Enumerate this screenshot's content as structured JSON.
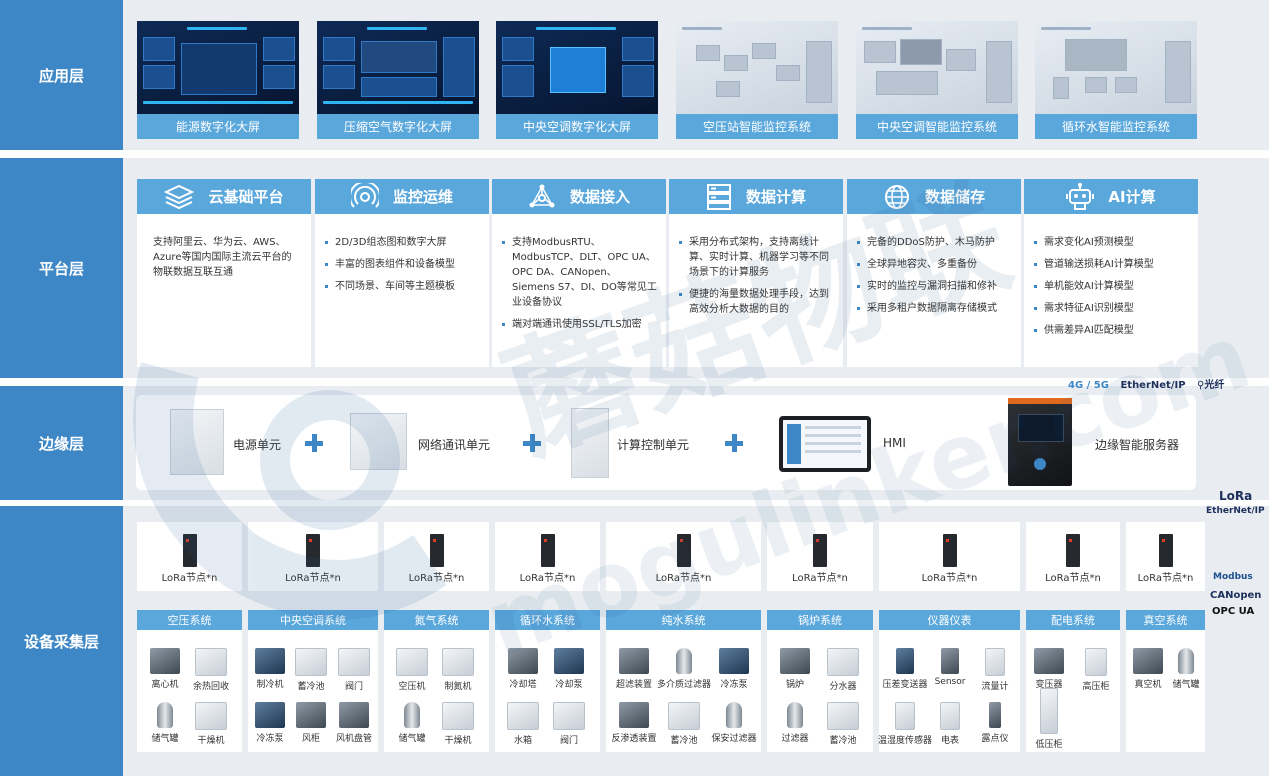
{
  "layers": {
    "app": "应用层",
    "platform": "平台层",
    "edge": "边缘层",
    "collection": "设备采集层"
  },
  "app_cards": [
    {
      "title": "能源数字化大屏",
      "theme": "dark"
    },
    {
      "title": "压缩空气数字化大屏",
      "theme": "dark"
    },
    {
      "title": "中央空调数字化大屏",
      "theme": "dark"
    },
    {
      "title": "空压站智能监控系统",
      "theme": "light"
    },
    {
      "title": "中央空调智能监控系统",
      "theme": "light"
    },
    {
      "title": "循环水智能监控系统",
      "theme": "light"
    }
  ],
  "platform_cards": [
    {
      "title": "云基础平台",
      "icon": "layers-icon",
      "text": "支持阿里云、华为云、AWS、Azure等国内国际主流云平台的物联数据互联互通",
      "bullets": []
    },
    {
      "title": "监控运维",
      "icon": "monitor-signal-icon",
      "text": "",
      "bullets": [
        "2D/3D组态图和数字大屏",
        "丰富的图表组件和设备模型",
        "不同场景、车间等主题模板"
      ]
    },
    {
      "title": "数据接入",
      "icon": "network-node-icon",
      "text": "",
      "bullets": [
        "支持ModbusRTU、ModbusTCP、DLT、OPC UA、OPC DA、CANopen、Siemens S7、DI、DO等常见工业设备协议",
        "端对端通讯使用SSL/TLS加密"
      ]
    },
    {
      "title": "数据计算",
      "icon": "server-icon",
      "text": "",
      "bullets": [
        "采用分布式架构，支持离线计算、实时计算、机器学习等不同场景下的计算服务",
        "便捷的海量数据处理手段，达到高效分析大数据的目的"
      ]
    },
    {
      "title": "数据储存",
      "icon": "globe-icon",
      "text": "",
      "bullets": [
        "完备的DDoS防护、木马防护",
        "全球异地容灾、多重备份",
        "实时的监控与漏洞扫描和修补",
        "采用多租户数据隔离存储模式"
      ]
    },
    {
      "title": "AI计算",
      "icon": "robot-icon",
      "text": "",
      "bullets": [
        "需求变化AI预测模型",
        "管道输送损耗AI计算模型",
        "单机能效AI计算模型",
        "需求特征AI识别模型",
        "供需差异AI匹配模型"
      ]
    }
  ],
  "edge": {
    "units": [
      "电源单元",
      "网络通讯单元",
      "计算控制单元",
      "HMI",
      "边缘智能服务器"
    ],
    "protocols": [
      "4G",
      "5G",
      "EtherNet/IP",
      "光纤"
    ]
  },
  "collection": {
    "node_label": "LoRa节点*n",
    "protocols_top": [
      "LoRa",
      "EtherNet/IP"
    ],
    "protocols_side": [
      "Modbus",
      "CANopen",
      "OPC UA"
    ],
    "systems": [
      {
        "title": "空压系统",
        "items": [
          "离心机",
          "余热回收",
          "储气罐",
          "干燥机"
        ]
      },
      {
        "title": "中央空调系统",
        "items": [
          "制冷机",
          "蓄冷池",
          "阀门",
          "冷冻泵",
          "风柜",
          "风机盘管"
        ]
      },
      {
        "title": "氮气系统",
        "items": [
          "空压机",
          "制氮机",
          "储气罐",
          "干燥机"
        ]
      },
      {
        "title": "循环水系统",
        "items": [
          "冷却塔",
          "冷却泵",
          "水箱",
          "阀门"
        ]
      },
      {
        "title": "纯水系统",
        "items": [
          "超滤装置",
          "多介质过滤器",
          "冷冻泵",
          "反渗透装置",
          "蓄冷池",
          "保安过滤器"
        ]
      },
      {
        "title": "锅炉系统",
        "items": [
          "锅炉",
          "分水器",
          "过滤器",
          "蓄冷池"
        ]
      },
      {
        "title": "仪器仪表",
        "items": [
          "压差变送器",
          "Sensor",
          "流量计",
          "温湿度传感器",
          "电表",
          "露点仪"
        ]
      },
      {
        "title": "配电系统",
        "items": [
          "变压器",
          "高压柜",
          "低压柜"
        ]
      },
      {
        "title": "真空系统",
        "items": [
          "真空机",
          "储气罐"
        ]
      }
    ]
  },
  "watermark": {
    "text": "蘑菇物联",
    "url_text": "mogulinker.com"
  }
}
